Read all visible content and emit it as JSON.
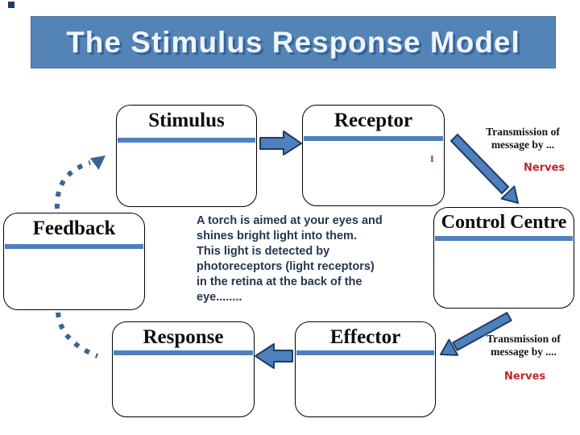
{
  "slide": {
    "title": "The Stimulus Response Model"
  },
  "boxes": {
    "stimulus": {
      "label": "Stimulus"
    },
    "receptor": {
      "label": "Receptor",
      "mark": "I"
    },
    "feedback": {
      "label": "Feedback"
    },
    "control_centre": {
      "label": "Control Centre"
    },
    "response": {
      "label": "Response"
    },
    "effector": {
      "label": "Effector"
    }
  },
  "scenario": {
    "text": "A torch is aimed at your eyes and\nshines bright light into them.\nThis light is detected by\nphotoreceptors (light receptors)\nin the retina at the back of the\neye........"
  },
  "annotations": {
    "top": {
      "text": "Transmission of\nmessage by ...",
      "nerves": "Nerves"
    },
    "bottom": {
      "text": "Transmission of\nmessage by ....",
      "nerves": "Nerves"
    }
  },
  "icons": {
    "arrow_stimulus_to_receptor": "right-block-arrow",
    "arrow_receptor_to_control": "diagonal-down-right-arrow",
    "arrow_control_to_effector": "diagonal-down-left-arrow",
    "arrow_effector_to_response": "left-block-arrow",
    "feedback_loop_up": "dashed-curved-arrow",
    "feedback_loop_down": "dashed-curve"
  },
  "colors": {
    "accent-blue": "#4d80bd",
    "dark-navy": "#1f3c64",
    "steel-dash": "#3a6493",
    "title-bar-blue": "#5484b6",
    "title-text": "#eef5fc",
    "nerves-red": "#c0262c",
    "body-text-navy": "#25374f"
  }
}
